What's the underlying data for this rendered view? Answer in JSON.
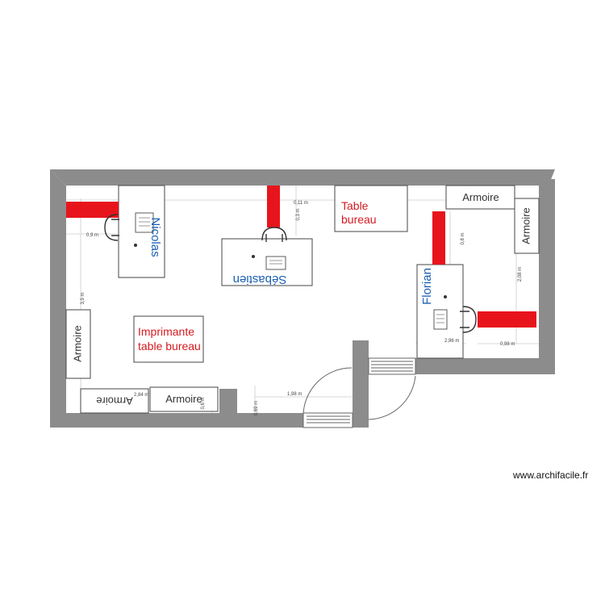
{
  "plan": {
    "labels": {
      "nicolas": "Nicolas",
      "sebastien": "Sébastien",
      "florian": "Florian",
      "table_bureau_1": "Table",
      "table_bureau_2": "bureau",
      "imprimante_1": "Imprimante",
      "imprimante_2": "table bureau",
      "armoire": "Armoire"
    },
    "dimensions": {
      "d_09_left": "0,9 m",
      "d_011": "0,11 m",
      "d_03": "0,3 m",
      "d_08": "0,8 m",
      "d_39": "3,9 m",
      "d_208": "2,08 m",
      "d_296": "2,96 m",
      "d_098": "0,98 m",
      "d_284": "2,84 m",
      "d_198": "1,98 m",
      "d_06": "0,6 m",
      "d_069": "0,69 m"
    },
    "colors": {
      "wall": "#8c8c8c",
      "red_block": "#e8141c",
      "label_blue": "#1a5fb4",
      "label_red": "#d6191f",
      "furniture_stroke": "#444444"
    }
  },
  "watermark": "www.archifacile.fr"
}
